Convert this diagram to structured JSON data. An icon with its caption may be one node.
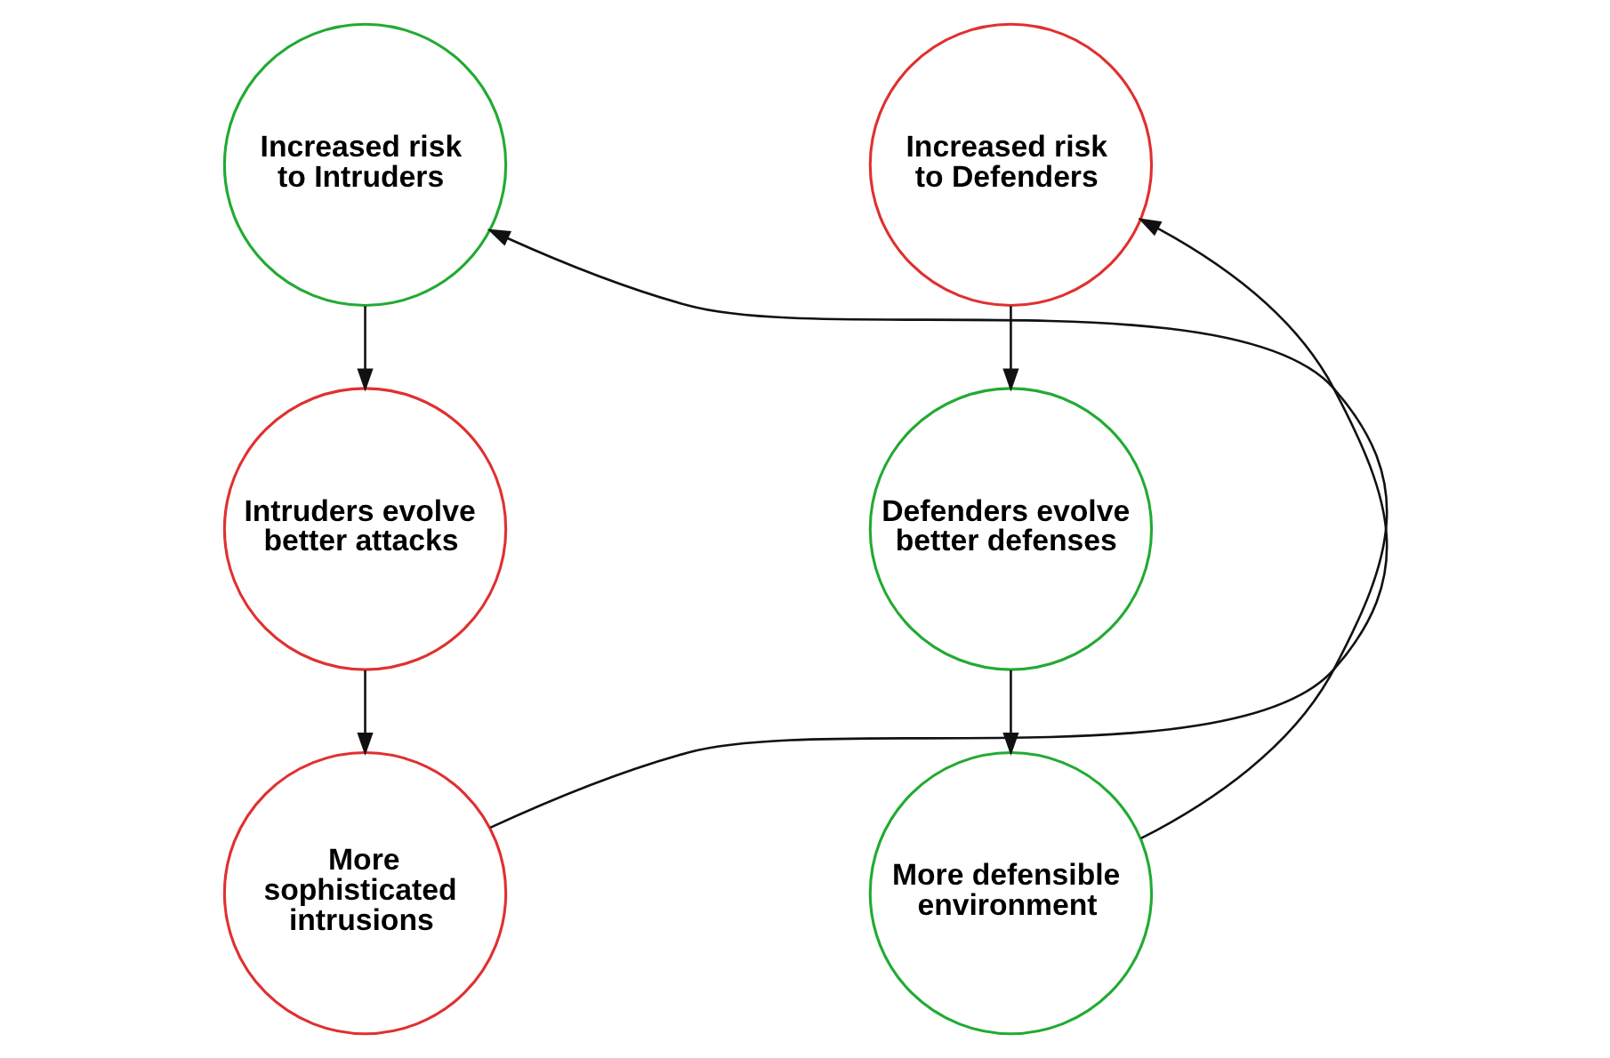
{
  "diagram": {
    "nodes": [
      {
        "text": [
          "Increased risk to Intruders"
        ]
      },
      {
        "text": [
          "Increased risk to Defenders"
        ]
      },
      {
        "text": [
          "Intruders evolve better attacks"
        ]
      },
      {
        "text": [
          "Defenders evolve better defenses"
        ]
      },
      {
        "text": [
          "More sophisticated intrusions"
        ]
      },
      {
        "text": [
          "More defensible environment"
        ]
      }
    ],
    "edges": [
      {
        "from": 0,
        "to": 2,
        "arrow": "to"
      },
      {
        "from": 2,
        "to": 4,
        "arrow": "to"
      },
      {
        "from": 4,
        "to": 1,
        "arrow": "to"
      },
      {
        "from": 1,
        "to": 3,
        "arrow": "to"
      },
      {
        "from": 3,
        "to": 5,
        "arrow": "to"
      },
      {
        "from": 5,
        "to": 0,
        "arrow": "to"
      }
    ]
  }
}
